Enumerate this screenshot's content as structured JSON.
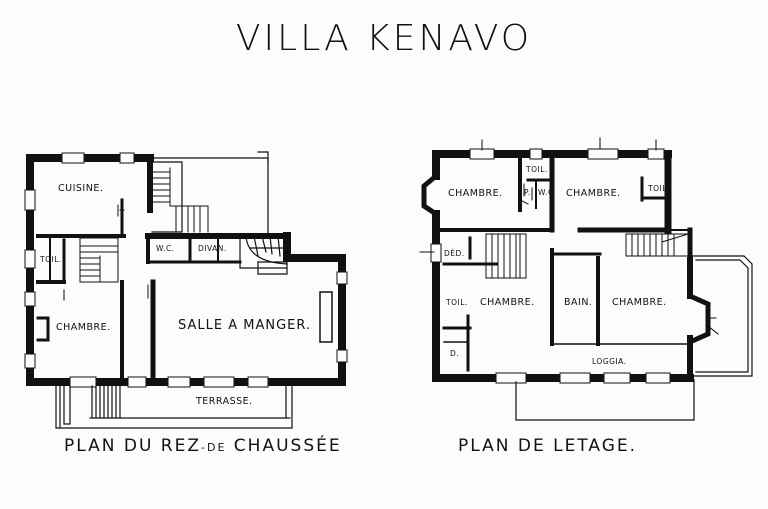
{
  "title": "VILLA KENAVO",
  "ground_floor": {
    "caption_a": "PLAN DU REZ",
    "caption_b": "-DE",
    "caption_c": "CHAUSSÉE",
    "rooms": {
      "kitchen": "CUISINE.",
      "toilet": "TOIL.",
      "bedroom": "CHAMBRE.",
      "wc": "W.C.",
      "divan": "DIVAN.",
      "dining": "SALLE A MANGER.",
      "terrace": "TERRASSE."
    }
  },
  "upper_floor": {
    "caption": "PLAN DE LETAGE.",
    "rooms": {
      "bedroom_nw": "CHAMBRE.",
      "toilet_top": "TOIL.",
      "p": "P.",
      "wc": "W.C",
      "bedroom_ne": "CHAMBRE.",
      "toilet_ne": "TOIL.",
      "ded": "DÉD.",
      "toilet_sw": "TOIL.",
      "bedroom_sw": "CHAMBRE.",
      "bath": "BAIN.",
      "bedroom_se": "CHAMBRE.",
      "d": "D.",
      "loggia": "LOGGIA."
    }
  }
}
